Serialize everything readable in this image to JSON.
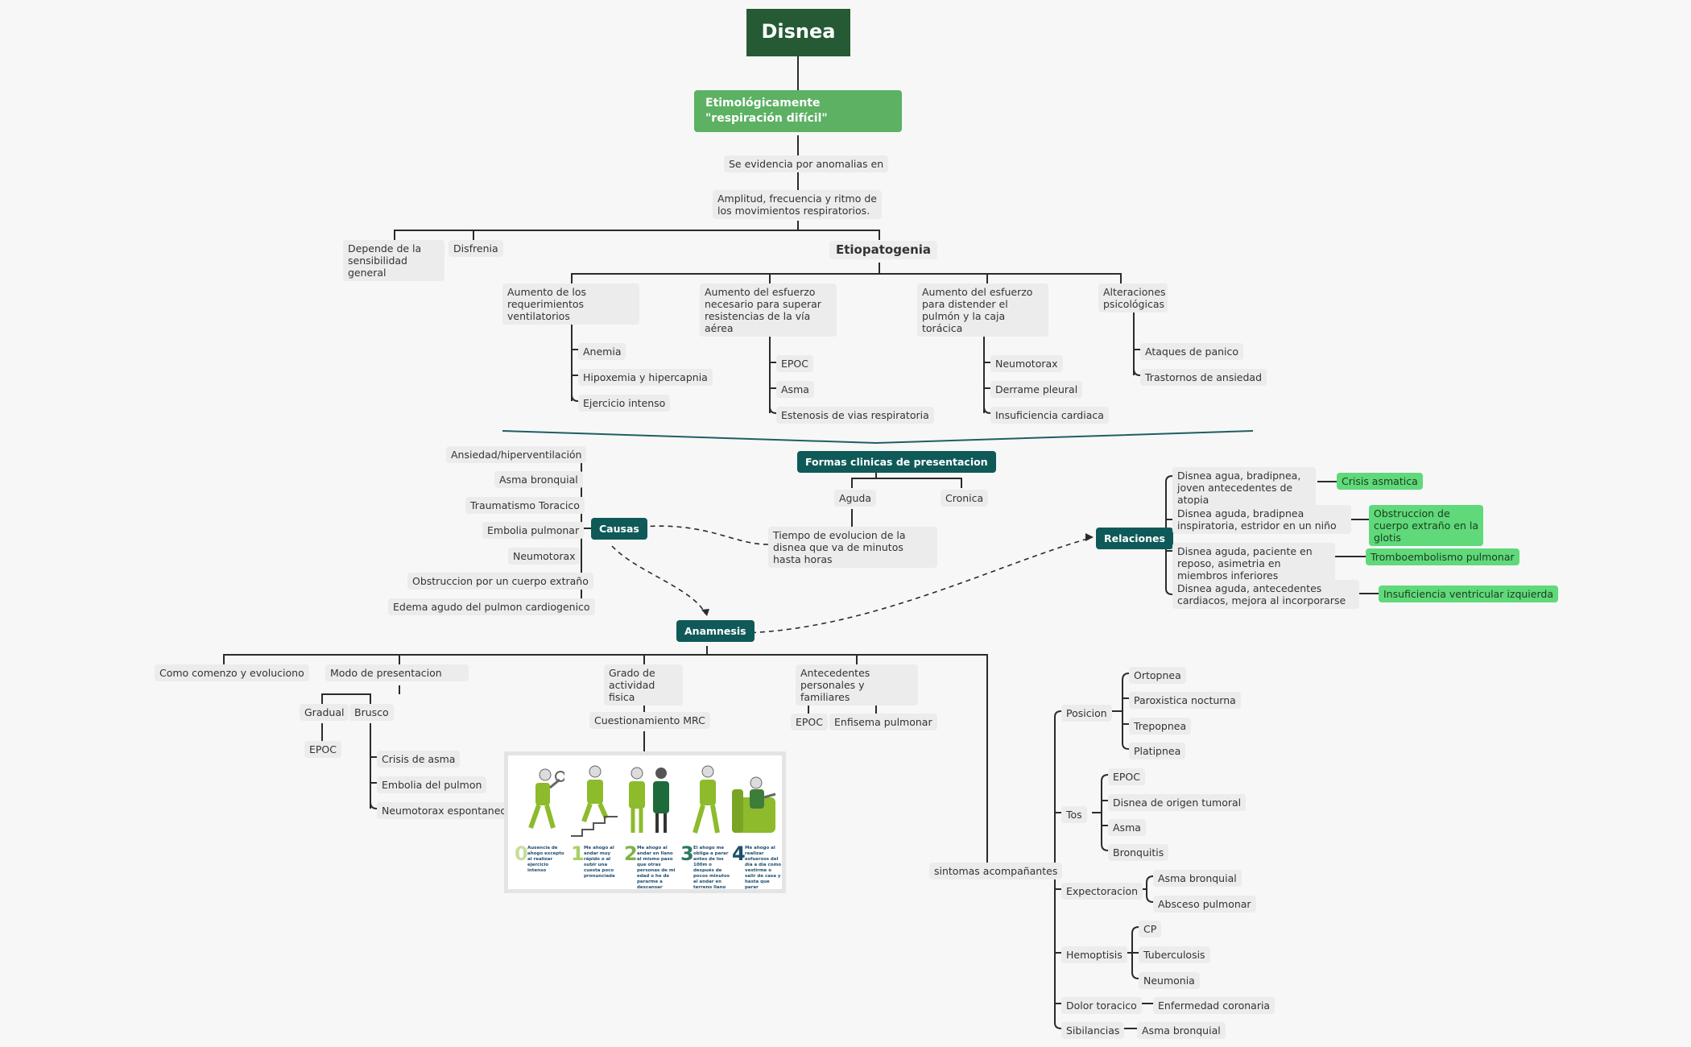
{
  "root": "Disnea",
  "etimologia": "Etimológicamente \"respiración difícil\"",
  "evidencia": "Se evidencia por anomalias en",
  "amplitud": "Amplitud, frecuencia y ritmo de los movimientos respiratorios.",
  "depende": "Depende de la sensibilidad general",
  "disfrenia": "Disfrenia",
  "etiopatogenia": {
    "title": "Etiopatogenia",
    "groups": [
      {
        "label": "Aumento de los requerimientos ventilatorios",
        "items": [
          "Anemia",
          "Hipoxemia y hipercapnia",
          "Ejercicio intenso"
        ]
      },
      {
        "label": "Aumento del esfuerzo necesario para superar resistencias de la vía aérea",
        "items": [
          "EPOC",
          "Asma",
          "Estenosis de vias respiratoria"
        ]
      },
      {
        "label": "Aumento del esfuerzo para distender el pulmón y la caja torácica",
        "items": [
          "Neumotorax",
          "Derrame pleural",
          "Insuficiencia cardiaca"
        ]
      },
      {
        "label": "Alteraciones psicológicas",
        "items": [
          "Ataques de panico",
          "Trastornos de ansiedad"
        ]
      }
    ]
  },
  "causas": {
    "title": "Causas",
    "items": [
      "Ansiedad/hiperventilación",
      "Asma bronquial",
      "Traumatismo Toracico",
      "Embolia pulmonar",
      "Neumotorax",
      "Obstruccion por un cuerpo extraño",
      "Edema agudo del pulmon cardiogenico"
    ]
  },
  "formas": {
    "title": "Formas clinicas de presentacion",
    "aguda": "Aguda",
    "cronica": "Cronica",
    "tiempo": "Tiempo de evolucion de la disnea que va de minutos hasta horas"
  },
  "relaciones": {
    "title": "Relaciones",
    "items": [
      {
        "text": "Disnea agua, bradipnea, joven antecedentes de atopia",
        "result": "Crisis asmatica"
      },
      {
        "text": "Disnea aguda, bradipnea inspiratoria, estridor en un niño",
        "result": "Obstruccion de cuerpo extraño en la glotis"
      },
      {
        "text": "Disnea aguda, paciente en reposo, asimetria en miembros inferiores",
        "result": "Tromboembolismo pulmonar"
      },
      {
        "text": "Disnea aguda, antecedentes cardiacos, mejora al incorporarse",
        "result": "Insuficiencia ventricular izquierda"
      }
    ]
  },
  "anamnesis": {
    "title": "Anamnesis",
    "comienzo": "Como comenzo y evoluciono",
    "modo": "Modo de presentacion",
    "gradual": "Gradual",
    "gradual_epoc": "EPOC",
    "brusco": "Brusco",
    "brusco_items": [
      "Crisis de asma",
      "Embolia del pulmon",
      "Neumotorax espontaneo"
    ],
    "grado": "Grado de actividad fisica",
    "cuestionamiento": "Cuestionamiento MRC",
    "antecedentes": "Antecedentes personales y familiares",
    "antecedentes_items": [
      "EPOC",
      "Enfisema pulmonar"
    ],
    "sintomas": "sintomas acompañantes"
  },
  "mrc": [
    {
      "num": "0",
      "text": "Ausencia de ahogo excepto al realizar ejercicio intenso"
    },
    {
      "num": "1",
      "text": "Me ahogo al andar muy rápido o al subir una cuesta poco pronunciada"
    },
    {
      "num": "2",
      "text": "Me ahogo al andar en llano al mismo paso que otras personas de mi edad o he de pararme a descansar"
    },
    {
      "num": "3",
      "text": "El ahogo me obliga a parar antes de los 100m o después de pocos minutos al andar en terreno llano"
    },
    {
      "num": "4",
      "text": "Me ahogo al realizar esfuerzos del día a día como vestirme o salir de casa y hasta que parar"
    }
  ],
  "sintomas": {
    "posicion": {
      "label": "Posicion",
      "items": [
        "Ortopnea",
        "Paroxistica nocturna",
        "Trepopnea",
        "Platipnea"
      ]
    },
    "tos": {
      "label": "Tos",
      "items": [
        "EPOC",
        "Disnea de origen tumoral",
        "Asma",
        "Bronquitis"
      ]
    },
    "expectoracion": {
      "label": "Expectoracion",
      "items": [
        "Asma bronquial",
        "Absceso pulmonar"
      ]
    },
    "hemoptisis": {
      "label": "Hemoptisis",
      "items": [
        "CP",
        "Tuberculosis",
        "Neumonia"
      ]
    },
    "dolor": {
      "label": "Dolor toracico",
      "item": "Enfermedad coronaria"
    },
    "sibilancias": {
      "label": "Sibilancias",
      "item": "Asma bronquial"
    }
  },
  "colors": {
    "root": "#255a34",
    "green": "#5cb163",
    "teal": "#0f5a59",
    "lime": "#5fd97a",
    "line": "#2b2b2b",
    "figure": "#8dbb2c"
  }
}
